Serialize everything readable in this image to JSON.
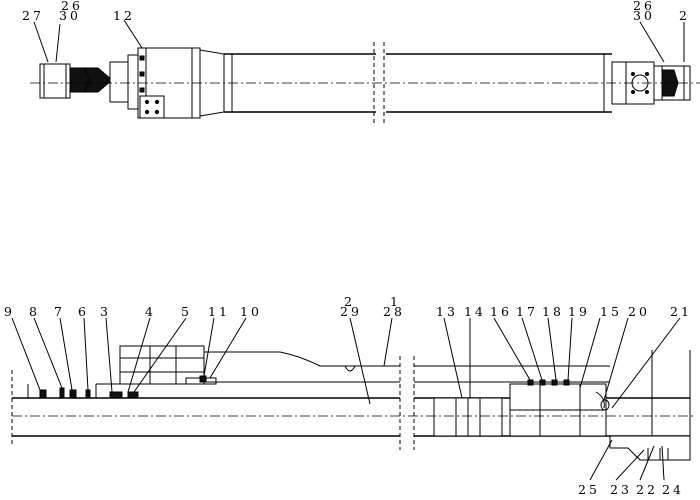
{
  "top_callouts": [
    "27",
    "26",
    "30",
    "12",
    "26",
    "30",
    "2"
  ],
  "bottom_callouts": [
    "9",
    "8",
    "7",
    "6",
    "3",
    "4",
    "5",
    "11",
    "10",
    "2",
    "29",
    "1",
    "28",
    "13",
    "14",
    "16",
    "17",
    "18",
    "19",
    "15",
    "20",
    "21",
    "25",
    "23",
    "22",
    "24"
  ]
}
